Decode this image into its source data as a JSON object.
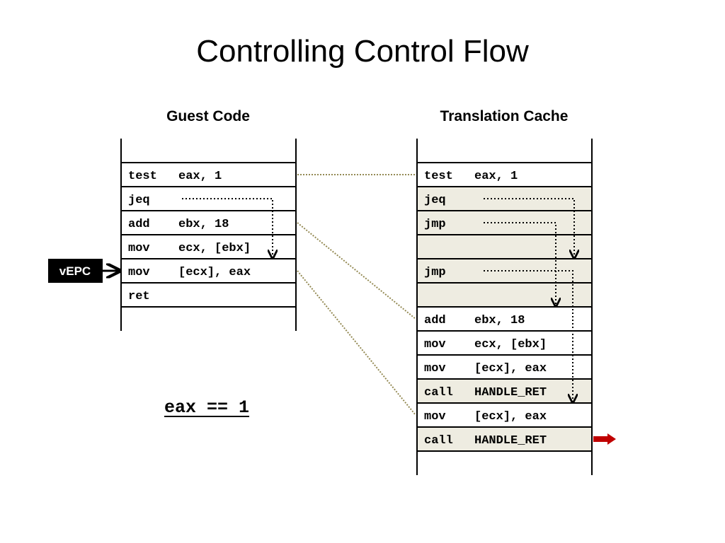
{
  "title": "Controlling Control Flow",
  "guest_code": {
    "heading": "Guest Code",
    "rows": [
      {
        "op": "test",
        "args": "eax, 1"
      },
      {
        "op": "jeq",
        "args": ""
      },
      {
        "op": "add",
        "args": "ebx, 18"
      },
      {
        "op": "mov",
        "args": "ecx, [ebx]"
      },
      {
        "op": "mov",
        "args": "[ecx], eax"
      },
      {
        "op": "ret",
        "args": ""
      }
    ]
  },
  "translation_cache": {
    "heading": "Translation Cache",
    "rows": [
      {
        "op": "test",
        "args": "eax, 1",
        "shaded": false
      },
      {
        "op": "jeq",
        "args": "",
        "shaded": true
      },
      {
        "op": "jmp",
        "args": "",
        "shaded": true
      },
      {
        "op": "",
        "args": "",
        "shaded": true
      },
      {
        "op": "jmp",
        "args": "",
        "shaded": true
      },
      {
        "op": "",
        "args": "",
        "shaded": true
      },
      {
        "op": "add",
        "args": "ebx, 18",
        "shaded": false
      },
      {
        "op": "mov",
        "args": "ecx, [ebx]",
        "shaded": false
      },
      {
        "op": "mov",
        "args": "[ecx], eax",
        "shaded": false
      },
      {
        "op": "call",
        "args": "HANDLE_RET",
        "shaded": true
      },
      {
        "op": "mov",
        "args": "[ecx], eax",
        "shaded": false
      },
      {
        "op": "call",
        "args": "HANDLE_RET",
        "shaded": true
      }
    ]
  },
  "pointer_label": "vEPC",
  "pointer_row": 4,
  "condition": "eax == 1",
  "mappings": [
    {
      "guest_row": 0,
      "cache_row": 0
    },
    {
      "guest_row": 2,
      "cache_row": 6
    },
    {
      "guest_row": 4,
      "cache_row": 10
    }
  ],
  "jumps": {
    "guest": [
      {
        "from_row": 1,
        "to_row": 3
      }
    ],
    "cache": [
      {
        "from_row": 1,
        "to_row": 3
      },
      {
        "from_row": 2,
        "to_row": 5
      },
      {
        "from_row": 4,
        "to_row": 9
      }
    ]
  },
  "colors": {
    "shade": "#eeece1",
    "mapping_line": "#948a54",
    "exit_arrow": "#c00000",
    "vepc_bg": "#000000"
  }
}
